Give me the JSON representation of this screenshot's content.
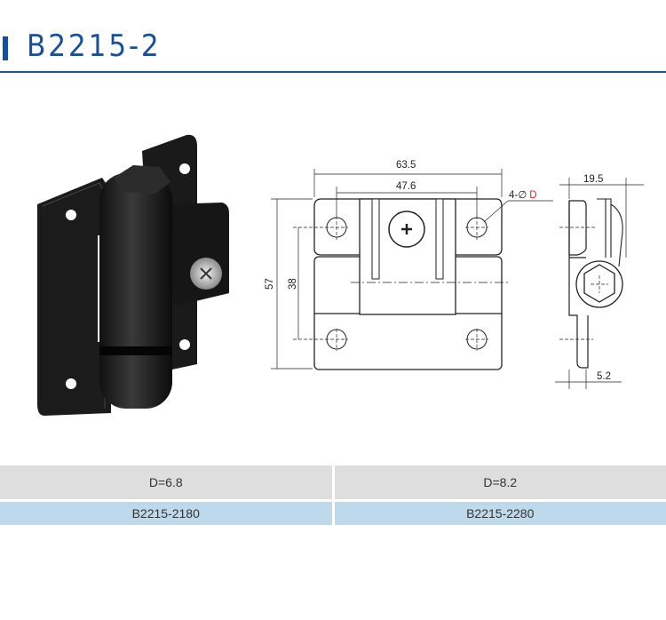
{
  "title": "B2215-2",
  "drawing": {
    "dim_width_overall": "63.5",
    "dim_hole_spacing_x": "47.6",
    "dim_height_overall": "57",
    "dim_hole_spacing_y": "38",
    "hole_callout_prefix": "4-∅",
    "hole_callout_var": "D",
    "dim_side_depth": "19.5",
    "dim_side_thickness": "5.2"
  },
  "colors": {
    "accent": "#1a4f99",
    "callout": "#e02020",
    "header_bg": "#dedede",
    "value_bg": "#bfd9ec"
  },
  "table": {
    "headers": [
      "D=6.8",
      "D=8.2"
    ],
    "values": [
      "B2215-2180",
      "B2215-2280"
    ]
  }
}
